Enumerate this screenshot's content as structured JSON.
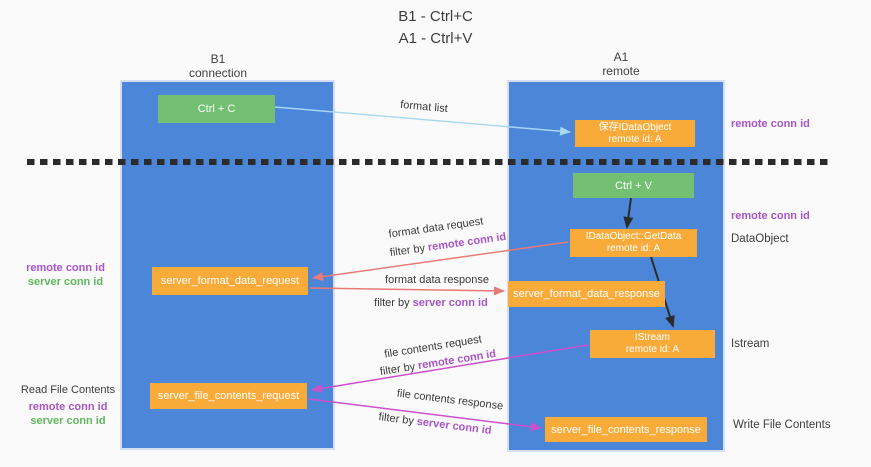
{
  "title": {
    "line1": "B1 - Ctrl+C",
    "line2": "A1 - Ctrl+V"
  },
  "lanes": {
    "left": {
      "title": "B1",
      "subtitle": "connection"
    },
    "right": {
      "title": "A1",
      "subtitle": "remote"
    }
  },
  "boxes": {
    "ctrl_c": {
      "label": "Ctrl + C"
    },
    "save_idataobject": {
      "line1": "保存IDataObject",
      "line2": "remote id: A"
    },
    "ctrl_v": {
      "label": "Ctrl + V"
    },
    "idataobject_getdata": {
      "line1": "IDataObject::GetData",
      "line2": "remote id: A"
    },
    "server_format_data_request": {
      "label": "server_format_data_request"
    },
    "server_format_data_response": {
      "label": "server_format_data_response"
    },
    "istream": {
      "line1": "IStream",
      "line2": "remote id: A"
    },
    "server_file_contents_request": {
      "label": "server_file_contents_request"
    },
    "server_file_contents_response": {
      "label": "server_file_contents_response"
    }
  },
  "flow_labels": {
    "format_list": "format list",
    "format_data_request": "format data request",
    "format_data_response": "format data response",
    "file_contents_request": "file contents request",
    "file_contents_response": "file contents response",
    "filter_by": "filter by",
    "remote_conn_id": "remote conn id",
    "server_conn_id": "server conn id"
  },
  "side_labels": {
    "right_top_remote_conn_id": "remote conn id",
    "right_mid_remote_conn_id": "remote conn id",
    "dataobject": "DataObject",
    "istream": "Istream",
    "write_file_contents": "Write File Contents",
    "left_format_remote_conn_id": "remote conn id",
    "left_format_server_conn_id": "server conn id",
    "read_file_contents": "Read File Contents",
    "left_file_remote_conn_id": "remote conn id",
    "left_file_server_conn_id": "server conn id"
  },
  "colors": {
    "lane_fill": "#4c86d9",
    "green_box": "#73c073",
    "orange_box": "#f9ab3a",
    "arrow_blue": "#a8d7f2",
    "arrow_red": "#e87a78",
    "arrow_magenta": "#cc4fcc",
    "arrow_black": "#2b2b2b",
    "purple_text": "#a855c8",
    "green_text": "#5fb75f",
    "background": "#fafafa"
  }
}
